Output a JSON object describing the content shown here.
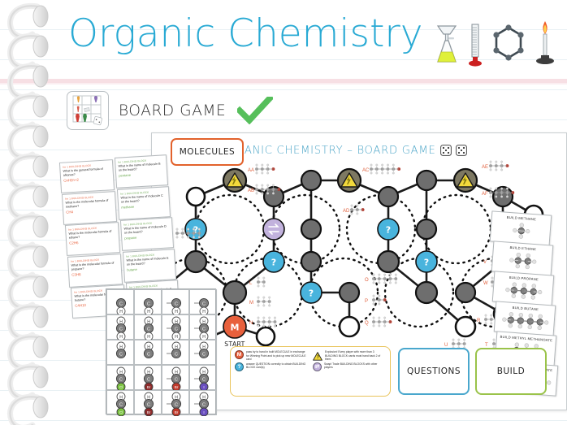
{
  "header": {
    "title": "Organic Chemistry",
    "icons": [
      "filter-flask-icon",
      "thermometer-icon",
      "benzene-ring-icon",
      "bunsen-burner-icon"
    ]
  },
  "board_game_row": {
    "thumb_icon": "board-game-thumbnail-icon",
    "label": "BOARD GAME",
    "check_icon": "green-check-icon"
  },
  "board": {
    "title": "ORGANIC CHEMISTRY – BOARD GAME",
    "pawn_icon": "game-pawns-icon",
    "dice_icons": [
      "dice-five-icon",
      "dice-five-icon"
    ],
    "token_icon": "single-dot-token-icon",
    "start_label": "START",
    "start_node_letter": "M",
    "question_node_letter": "?",
    "swap_node_icon": "swap-arrows-icon",
    "hazard_node_icon": "explosion-hazard-icon",
    "molecule_labels": [
      "AA",
      "AB",
      "AC",
      "AD",
      "AE",
      "AF",
      "L",
      "M",
      "N",
      "O",
      "P",
      "Q",
      "R",
      "S",
      "T",
      "U",
      "V",
      "W"
    ]
  },
  "molecules_box": {
    "label": "MOLECULES"
  },
  "questions_box": {
    "label": "QUESTIONS"
  },
  "build_box": {
    "label": "BUILD"
  },
  "legend": {
    "items": [
      {
        "chip": "M",
        "chip_type": "molecule-marker",
        "text": "pass by to hand in built MOLECULE in exchange for Winning Point and to pick up new MOLECULE card"
      },
      {
        "chip": "!",
        "chip_type": "explosion-hazard",
        "text": "Explosion! Every player with more than 3 BUILDING BLOCK cards must hand back 2 of them"
      },
      {
        "chip": "?",
        "chip_type": "question-marker",
        "text": "answer QUESTION correctly to obtain BUILDING BLOCK card(s)"
      },
      {
        "chip": "⇄",
        "chip_type": "swap-marker",
        "text": "Swap! Trade BUILDING BLOCKS with other players"
      }
    ]
  },
  "question_cards": [
    {
      "head": "for 1 BUILDING BLOCK",
      "body": "What is the general formula of alkanes?",
      "answer": "CnH2n+2",
      "answer_color": "orange"
    },
    {
      "head": "for 1 BUILDING BLOCK",
      "body": "What is the name of molecule B on the board?",
      "answer": "pentane",
      "answer_color": "green"
    },
    {
      "head": "for 1 BUILDING BLOCK",
      "body": "What is the molecular formula of methane?",
      "answer": "CH4",
      "answer_color": "orange"
    },
    {
      "head": "for 1 BUILDING BLOCK",
      "body": "What is the name of molecule C on the board?",
      "answer": "methane",
      "answer_color": "green"
    },
    {
      "head": "for 1 BUILDING BLOCK",
      "body": "What is the molecular formula of ethane?",
      "answer": "C2H6",
      "answer_color": "orange"
    },
    {
      "head": "for 1 BUILDING BLOCK",
      "body": "What is the name of molecule D on the board?",
      "answer": "propane",
      "answer_color": "green"
    },
    {
      "head": "for 1 BUILDING BLOCK",
      "body": "What is the molecular formula of propane?",
      "answer": "C3H8",
      "answer_color": "orange"
    },
    {
      "head": "for 1 BUILDING BLOCK",
      "body": "What is the name of molecule E on the board?",
      "answer": "butane",
      "answer_color": "green"
    },
    {
      "head": "for 1 BUILDING BLOCK",
      "body": "What is the molecular formula of butane?",
      "answer": "C4H10",
      "answer_color": "orange"
    },
    {
      "head": "for 1 BUILDING BLOCK",
      "body": "What is the name of molecule F on the board?",
      "answer": "hexane",
      "answer_color": "green"
    }
  ],
  "build_cards": [
    {
      "title": "BUILD METHANE",
      "carbons": 1
    },
    {
      "title": "BUILD ETHANE",
      "carbons": 2
    },
    {
      "title": "BUILD PROPANE",
      "carbons": 3
    },
    {
      "title": "BUILD BUTANE",
      "carbons": 4
    },
    {
      "title": "BUILD METHYL METHANOATE",
      "carbons": 3
    },
    {
      "title": "BUILD METHYL ETHANOATE",
      "carbons": 4
    }
  ],
  "building_blocks": {
    "atom_c": "C",
    "atom_h": "H",
    "halogens": [
      {
        "symbol": "Cl",
        "color": "#7cc242"
      },
      {
        "symbol": "Br",
        "color": "#8e2b2b"
      },
      {
        "symbol": "Br",
        "color": "#c0392b"
      },
      {
        "symbol": "I",
        "color": "#6a4fc0"
      }
    ]
  },
  "colors": {
    "title_blue": "#29aad4",
    "rule_pink": "#f7dfe4",
    "accent_orange": "#e2622c",
    "node_blue": "#49b4dd",
    "node_grey": "#6e6e6e",
    "node_start": "#e8603c",
    "node_swap": "#c2b2dd",
    "legend_yellow": "#e9c45b",
    "questions_blue": "#49a7cd",
    "build_green": "#9ac34a",
    "check_green": "#5cb85c"
  }
}
